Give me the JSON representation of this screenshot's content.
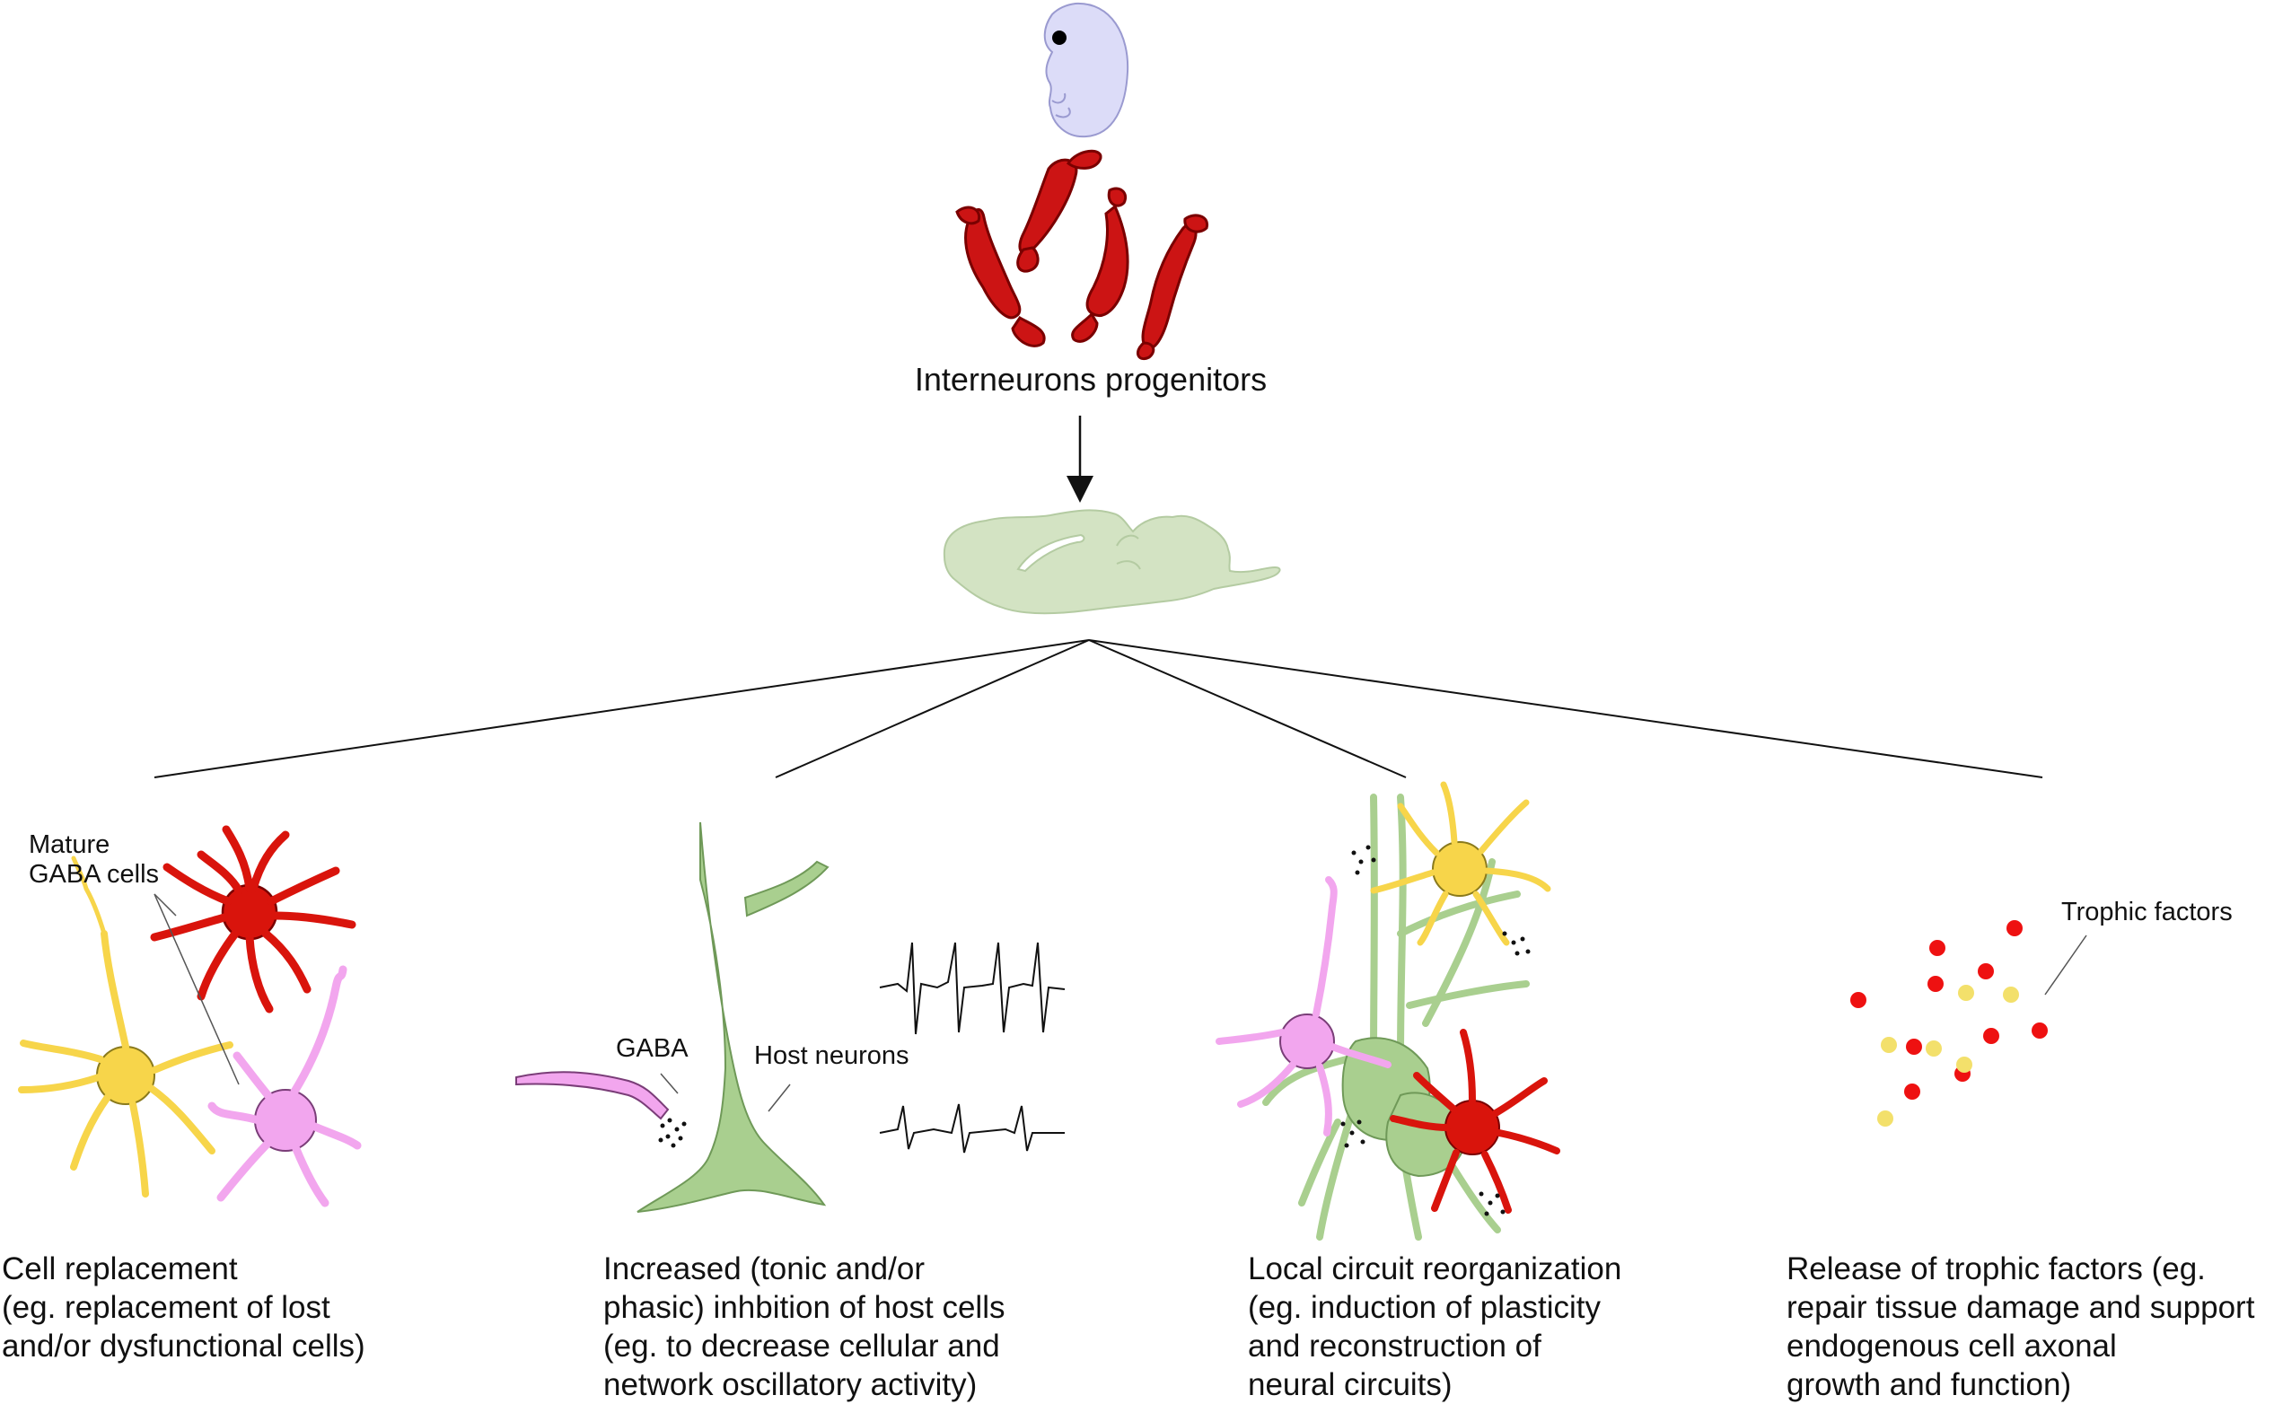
{
  "title": "Interneurons progenitors",
  "labels": {
    "mature_gaba": "Mature\nGABA cells",
    "gaba": "GABA",
    "host_neurons": "Host neurons",
    "trophic_factors": "Trophic factors"
  },
  "panels": [
    {
      "id": "cell-replacement",
      "caption": "Cell replacement\n(eg. replacement of lost\nand/or dysfunctional cells)"
    },
    {
      "id": "inhibition",
      "caption": "Increased (tonic and/or\nphasic) inhbition of host cells\n(eg. to decrease cellular and\nnetwork oscillatory activity)"
    },
    {
      "id": "circuit-reorganization",
      "caption": "Local circuit reorganization\n(eg. induction of plasticity\nand reconstruction of\nneural circuits)"
    },
    {
      "id": "trophic",
      "caption": "Release of trophic factors (eg.\nrepair tissue damage and support\nendogenous cell axonal\ngrowth and function)"
    }
  ],
  "colors": {
    "red_cell": "#d9140c",
    "dark_red_outline": "#7a0000",
    "yellow_cell": "#f7d54a",
    "pink_cell": "#f2a6ee",
    "green_cell": "#a9cf8f",
    "brain": "#d3e3c3",
    "embryo": "#dcdcf8",
    "trophic_red": "#ee1111",
    "trophic_yellow": "#f3e06b"
  },
  "icons": [
    "embryo-icon",
    "progenitor-cells-icon",
    "brain-icon",
    "neuron-icon",
    "oscillation-trace-icon",
    "trophic-dots-icon"
  ]
}
